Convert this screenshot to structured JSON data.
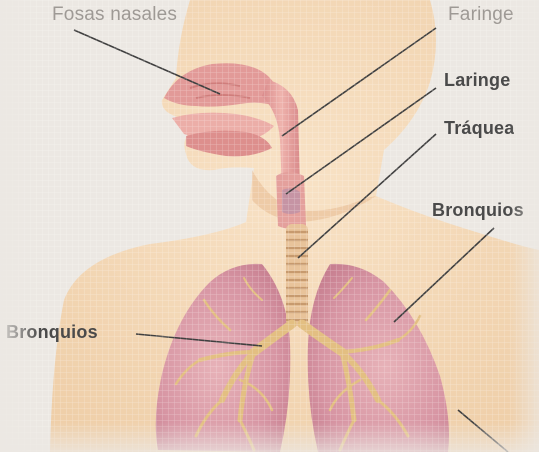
{
  "labels": {
    "nasal": "Fosas nasales",
    "pharynx": "Faringe",
    "larynx": "Laringe",
    "trachea": "Tráquea",
    "bronchi_right": "Bronquios",
    "bronchi_left": "Bronquios"
  },
  "colors": {
    "skin": "#f3d4b3",
    "airway": "#e7a6a2",
    "lung": "#d89aa6",
    "bronchial_tree": "#e2c083",
    "leader_line": "#3f3f3f"
  }
}
